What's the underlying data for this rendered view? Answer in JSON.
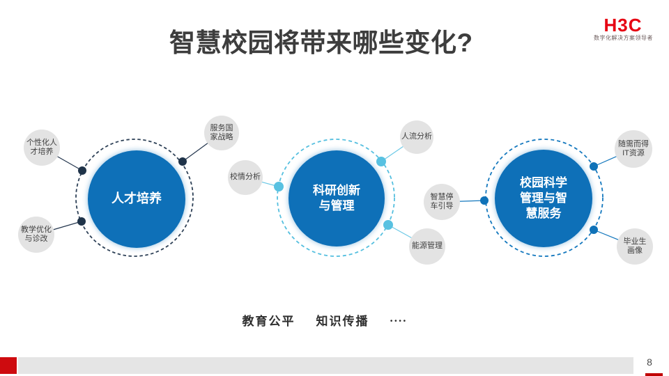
{
  "slide": {
    "title": "智慧校园将带来哪些变化?",
    "page_number": "8"
  },
  "logo": {
    "text": "H3C",
    "tagline": "数字化解决方案领导者"
  },
  "clusters": [
    {
      "label": "人才培养",
      "satellites": [
        {
          "label": "个性化人\n才培养"
        },
        {
          "label": "服务国\n家战略"
        },
        {
          "label": "教学优化\n与诊改"
        }
      ]
    },
    {
      "label": "科研创新\n与管理",
      "satellites": [
        {
          "label": "人流分析"
        },
        {
          "label": "校情分析"
        },
        {
          "label": "能源管理"
        }
      ]
    },
    {
      "label": "校园科学\n管理与智\n慧服务",
      "satellites": [
        {
          "label": "随需而得\nIT资源"
        },
        {
          "label": "智慧停\n车引导"
        },
        {
          "label": "毕业生\n画像"
        }
      ]
    }
  ],
  "bottom": {
    "items": [
      "教育公平",
      "知识传播",
      "...."
    ]
  },
  "colors": {
    "core_blue": "#0e70b8",
    "cluster1_navy": "#1f3349",
    "cluster2_sky_blue": "#5ac1e0",
    "cluster3_blue": "#1478be",
    "bubble_gray": "#e3e3e3",
    "brand_red": "#e60012",
    "footer_red": "#ce0b0f",
    "title_gray": "#3d3d3d"
  }
}
